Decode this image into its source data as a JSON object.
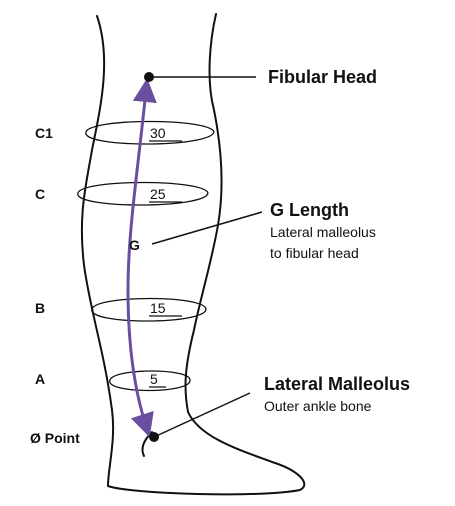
{
  "level_labels": {
    "c1": "C1",
    "c": "C",
    "b": "B",
    "a": "A",
    "zero_point": "Ø Point"
  },
  "measurements": {
    "c1": "30",
    "c": "25",
    "b": "15",
    "a": "5"
  },
  "arrow_label": "G",
  "callouts": {
    "fibular_head": {
      "title": "Fibular Head"
    },
    "g_length": {
      "title": "G Length",
      "line1": "Lateral malleolus",
      "line2": "to fibular head"
    },
    "lateral_malleolus": {
      "title": "Lateral Malleolus",
      "subtitle": "Outer ankle bone"
    }
  },
  "colors": {
    "outline": "#111111",
    "arrow": "#6a4fa0"
  }
}
